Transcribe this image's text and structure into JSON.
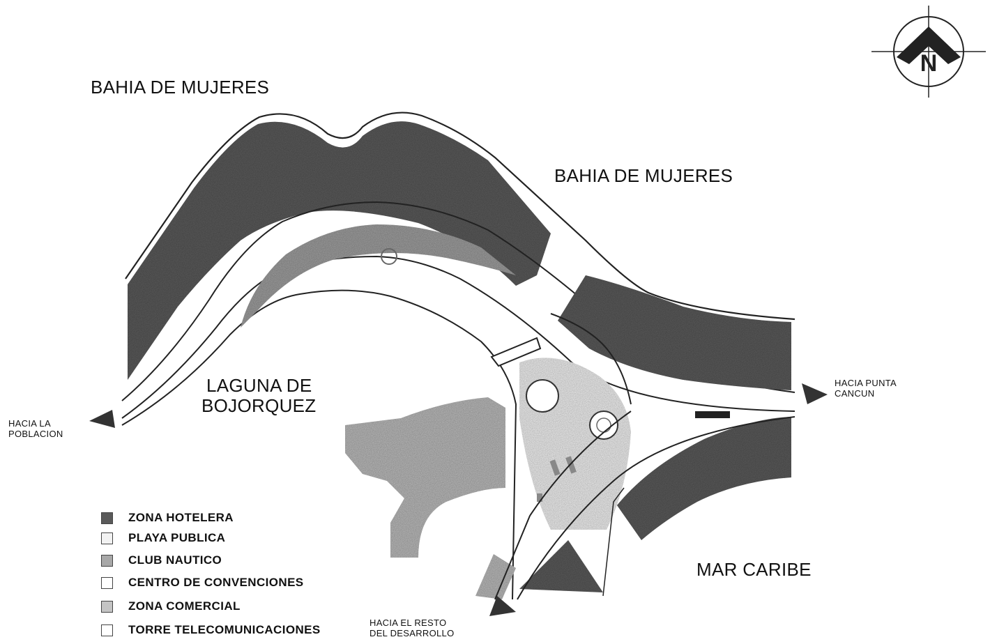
{
  "labels": {
    "bay_west": "BAHIA DE MUJERES",
    "bay_east": "BAHIA DE MUJERES",
    "lagoon_line1": "LAGUNA DE",
    "lagoon_line2": "BOJORQUEZ",
    "sea": "MAR CARIBE",
    "to_town_line1": "HACIA LA",
    "to_town_line2": "POBLACION",
    "to_punta_line1": "HACIA PUNTA",
    "to_punta_line2": "CANCUN",
    "to_rest_line1": "HACIA EL RESTO",
    "to_rest_line2": "DEL DESARROLLO",
    "north_letter": "N"
  },
  "legend": [
    {
      "label": "ZONA HOTELERA",
      "swatch": "#5a5a5a"
    },
    {
      "label": "PLAYA PUBLICA",
      "swatch": "#f2f2f2"
    },
    {
      "label": "CLUB NAUTICO",
      "swatch": "#a8a8a8"
    },
    {
      "label": "CENTRO DE CONVENCIONES",
      "swatch": "#ffffff"
    },
    {
      "label": "ZONA COMERCIAL",
      "swatch": "#c4c4c4"
    },
    {
      "label": "TORRE TELECOMUNICACIONES",
      "swatch": "#ffffff"
    }
  ],
  "colors": {
    "hotel_zone": "#5c5c5c",
    "nautical_club": "#9e9e9e",
    "public_beach": "#e6e6e6",
    "commercial": "#b9b9b9",
    "road_line": "#222222",
    "arrow": "#333333"
  }
}
